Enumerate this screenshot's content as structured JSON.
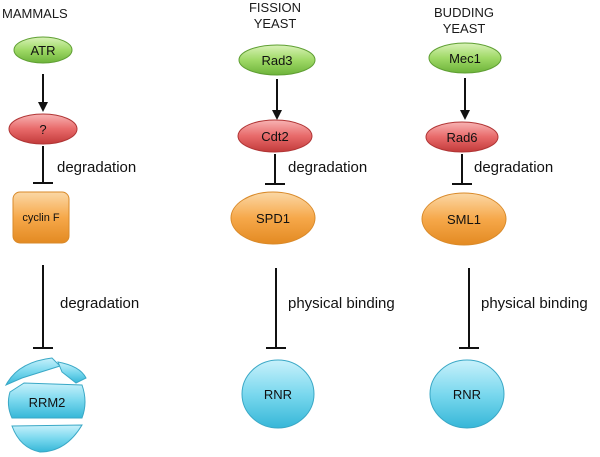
{
  "columns": [
    {
      "title_lines": [
        "MAMMALS"
      ],
      "kinase": "ATR",
      "mediator": "?",
      "target": "cyclin F",
      "effector": "RRM2",
      "edge1_label": "degradation",
      "edge2_label": "degradation"
    },
    {
      "title_lines": [
        "FISSION",
        "YEAST"
      ],
      "kinase": "Rad3",
      "mediator": "Cdt2",
      "target": "SPD1",
      "effector": "RNR",
      "edge1_label": "degradation",
      "edge2_label": "physical binding"
    },
    {
      "title_lines": [
        "BUDDING",
        "YEAST"
      ],
      "kinase": "Mec1",
      "mediator": "Rad6",
      "target": "SML1",
      "effector": "RNR",
      "edge1_label": "degradation",
      "edge2_label": "physical binding"
    }
  ],
  "colors": {
    "kinase": "#8fd14f",
    "mediator": "#e8575a",
    "target": "#f5a03a",
    "effector": "#6fd3ea",
    "arrow": "#111111"
  }
}
